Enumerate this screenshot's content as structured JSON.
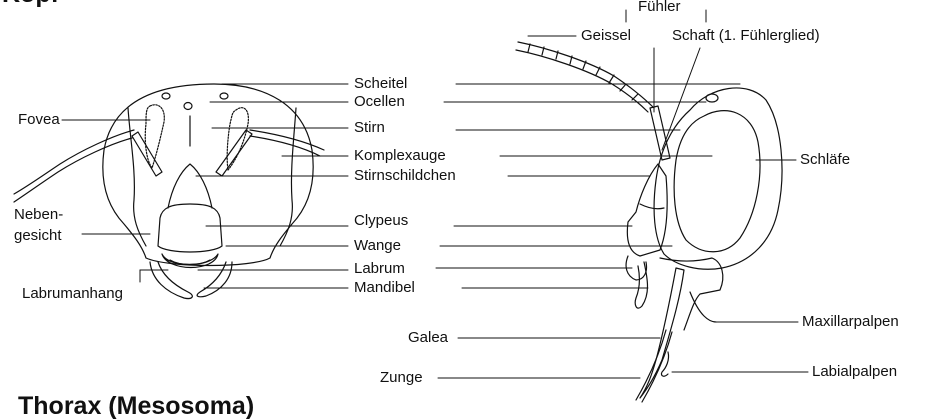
{
  "headings": {
    "top": "Kopf",
    "bottom": "Thorax (Mesosoma)"
  },
  "labels": {
    "fuehler": "Fühler",
    "geissel": "Geissel",
    "schaft": "Schaft (1. Fühlerglied)",
    "scheitel": "Scheitel",
    "ocellen": "Ocellen",
    "stirn": "Stirn",
    "komplexauge": "Komplexauge",
    "stirnschildchen": "Stirnschildchen",
    "clypeus": "Clypeus",
    "wange": "Wange",
    "labrum": "Labrum",
    "mandibel": "Mandibel",
    "galea": "Galea",
    "zunge": "Zunge",
    "fovea": "Fovea",
    "nebengesicht_1": "Neben-",
    "nebengesicht_2": "gesicht",
    "labrumanhang": "Labrumanhang",
    "schlaefe": "Schläfe",
    "maxillarpalpen": "Maxillarpalpen",
    "labialpalpen": "Labialpalpen"
  }
}
